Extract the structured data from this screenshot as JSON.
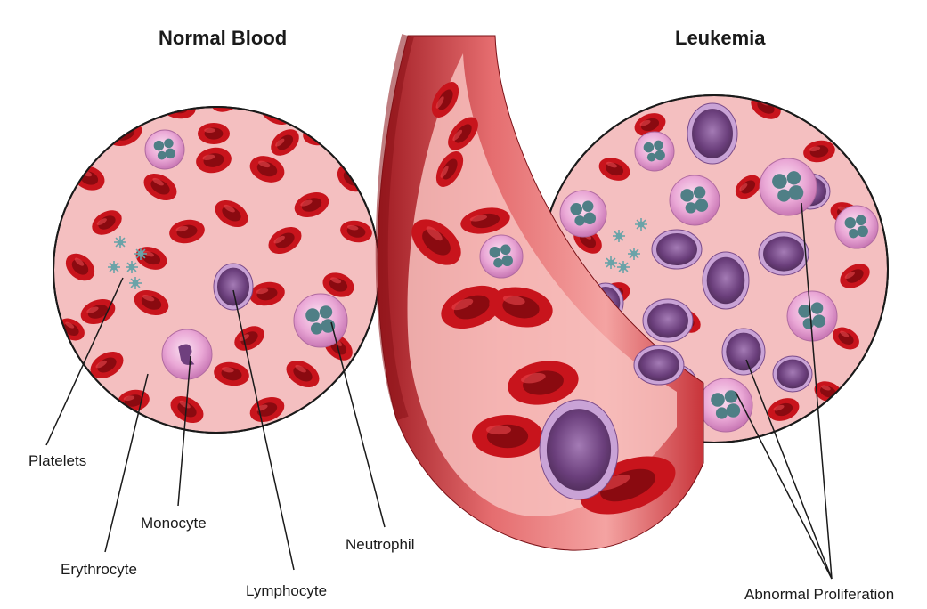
{
  "panels": {
    "normal_title": "Normal Blood",
    "leukemia_title": "Leukemia"
  },
  "labels": {
    "platelets": "Platelets",
    "erythrocyte": "Erythrocyte",
    "monocyte": "Monocyte",
    "lymphocyte": "Lymphocyte",
    "neutrophil": "Neutrophil",
    "abnormal": "Abnormal Proliferation"
  },
  "colors": {
    "plasma": "#f4bfc0",
    "erythrocyte": "#c8141c",
    "white_cell": "#7b4b8c",
    "neutrophil": "#e7a6d6",
    "nucleus": "#4f7f86",
    "vessel": "#d84a4e",
    "platelet": "#6aa3a8"
  }
}
